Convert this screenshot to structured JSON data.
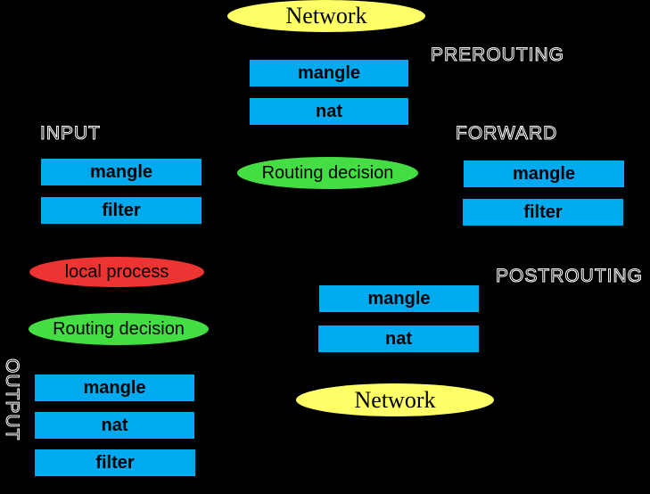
{
  "colors": {
    "background": "#000000",
    "table_box": "#00aaee",
    "network_oval": "#ffff66",
    "routing_oval": "#44dd44",
    "local_process_oval": "#ee3333",
    "chain_label_outline": "#ffffff"
  },
  "network_top": "Network",
  "network_bottom": "Network",
  "prerouting": {
    "label": "PREROUTING",
    "tables": [
      "mangle",
      "nat"
    ]
  },
  "routing_center": "Routing decision",
  "input": {
    "label": "INPUT",
    "tables": [
      "mangle",
      "filter"
    ]
  },
  "forward": {
    "label": "FORWARD",
    "tables": [
      "mangle",
      "filter"
    ]
  },
  "local_process": "local process",
  "routing_left": "Routing decision",
  "output": {
    "label": "OUTPUT",
    "tables": [
      "mangle",
      "nat",
      "filter"
    ]
  },
  "postrouting": {
    "label": "POSTROUTING",
    "tables": [
      "mangle",
      "nat"
    ]
  }
}
